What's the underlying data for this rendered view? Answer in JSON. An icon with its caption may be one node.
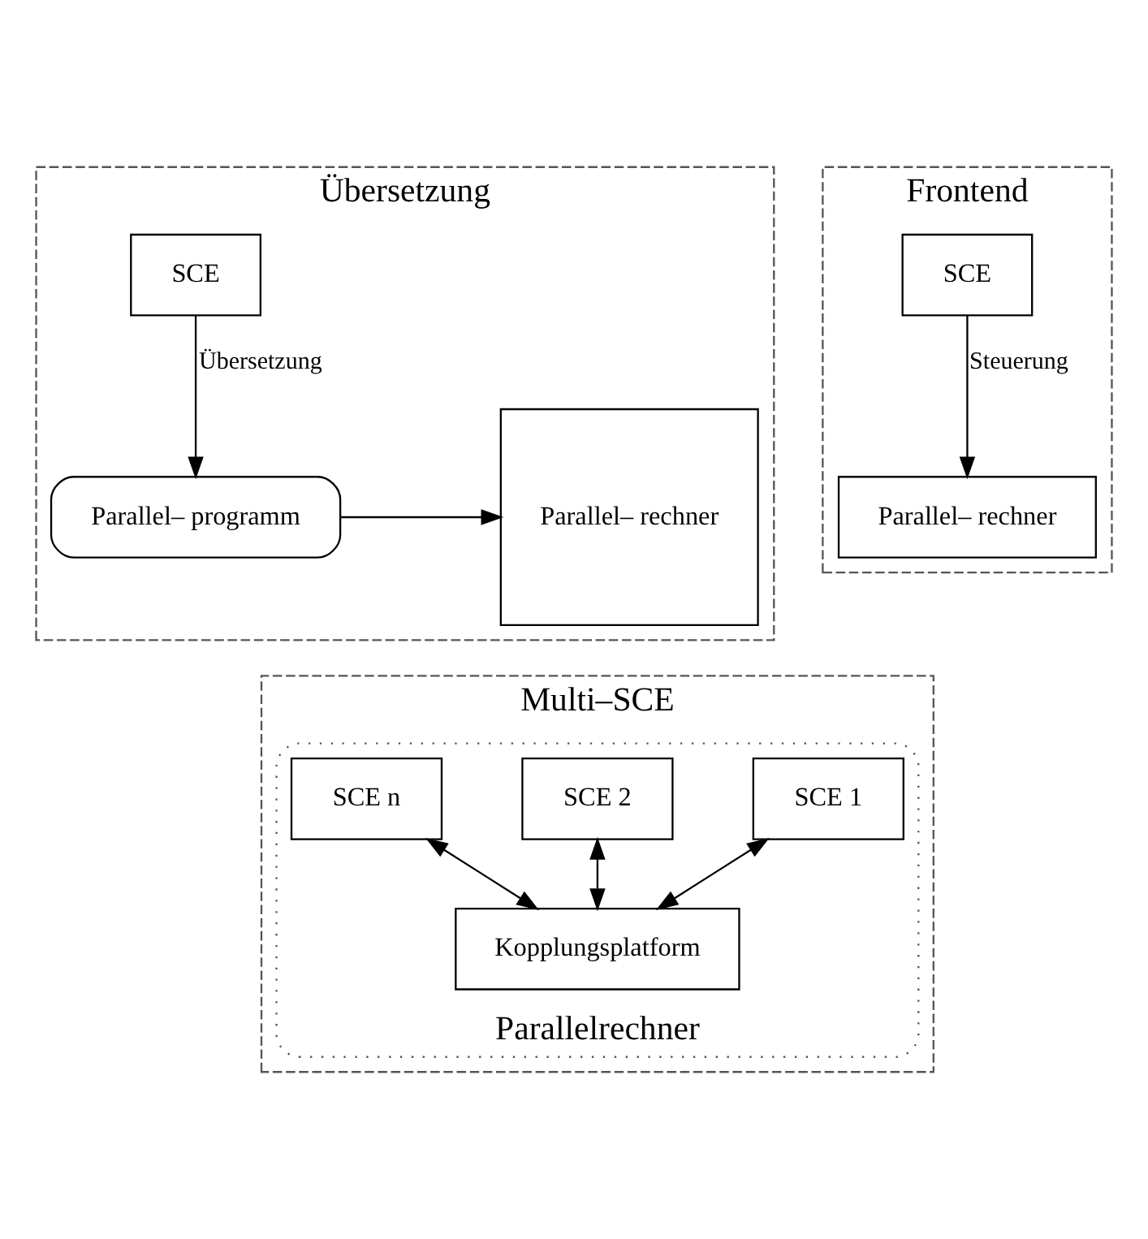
{
  "diagram": {
    "nodes": [
      {
        "text": [
          "Übersetzung"
        ]
      },
      {
        "text": [
          "SCE"
        ],
        "in": 0
      },
      {
        "text": [
          "Parallel– programm"
        ],
        "in": 0
      },
      {
        "text": [
          "Parallel– rechner"
        ],
        "in": 0
      },
      {
        "text": [
          "Frontend"
        ]
      },
      {
        "text": [
          "SCE"
        ],
        "in": 4
      },
      {
        "text": [
          "Parallel– rechner"
        ],
        "in": 4
      },
      {
        "text": [
          "Multi–SCE"
        ]
      },
      {
        "text": [
          "Parallelrechner"
        ],
        "in": 7
      },
      {
        "text": [
          "SCE 1"
        ],
        "in": 8
      },
      {
        "text": [
          "SCE 2"
        ],
        "in": 8
      },
      {
        "text": [
          "SCE n"
        ],
        "in": 8
      },
      {
        "text": [
          "Kopplungsplatform"
        ],
        "in": 8
      }
    ],
    "edges": [
      {
        "from": 1,
        "to": 2,
        "arrow": "to",
        "label": "Übersetzung"
      },
      {
        "from": 2,
        "to": 3,
        "arrow": "to"
      },
      {
        "from": 5,
        "to": 6,
        "arrow": "to",
        "label": "Steuerung"
      },
      {
        "from": 9,
        "to": 12,
        "arrow": "both"
      },
      {
        "from": 10,
        "to": 12,
        "arrow": "both"
      },
      {
        "from": 11,
        "to": 12,
        "arrow": "both"
      }
    ]
  }
}
